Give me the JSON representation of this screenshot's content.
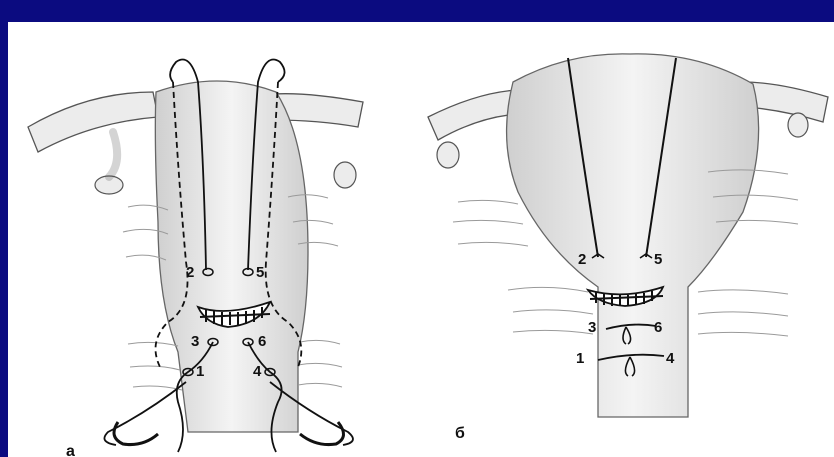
{
  "panels": {
    "left": {
      "label": "а",
      "sutures": [
        "1",
        "2",
        "3",
        "4",
        "5",
        "6"
      ]
    },
    "right": {
      "label": "б",
      "sutures": [
        "1",
        "2",
        "3",
        "4",
        "5",
        "6"
      ]
    }
  },
  "colors": {
    "frame": "#0b0b80",
    "background": "#ffffff",
    "ink": "#111111",
    "tissue_shade": "#d8d8d8"
  }
}
